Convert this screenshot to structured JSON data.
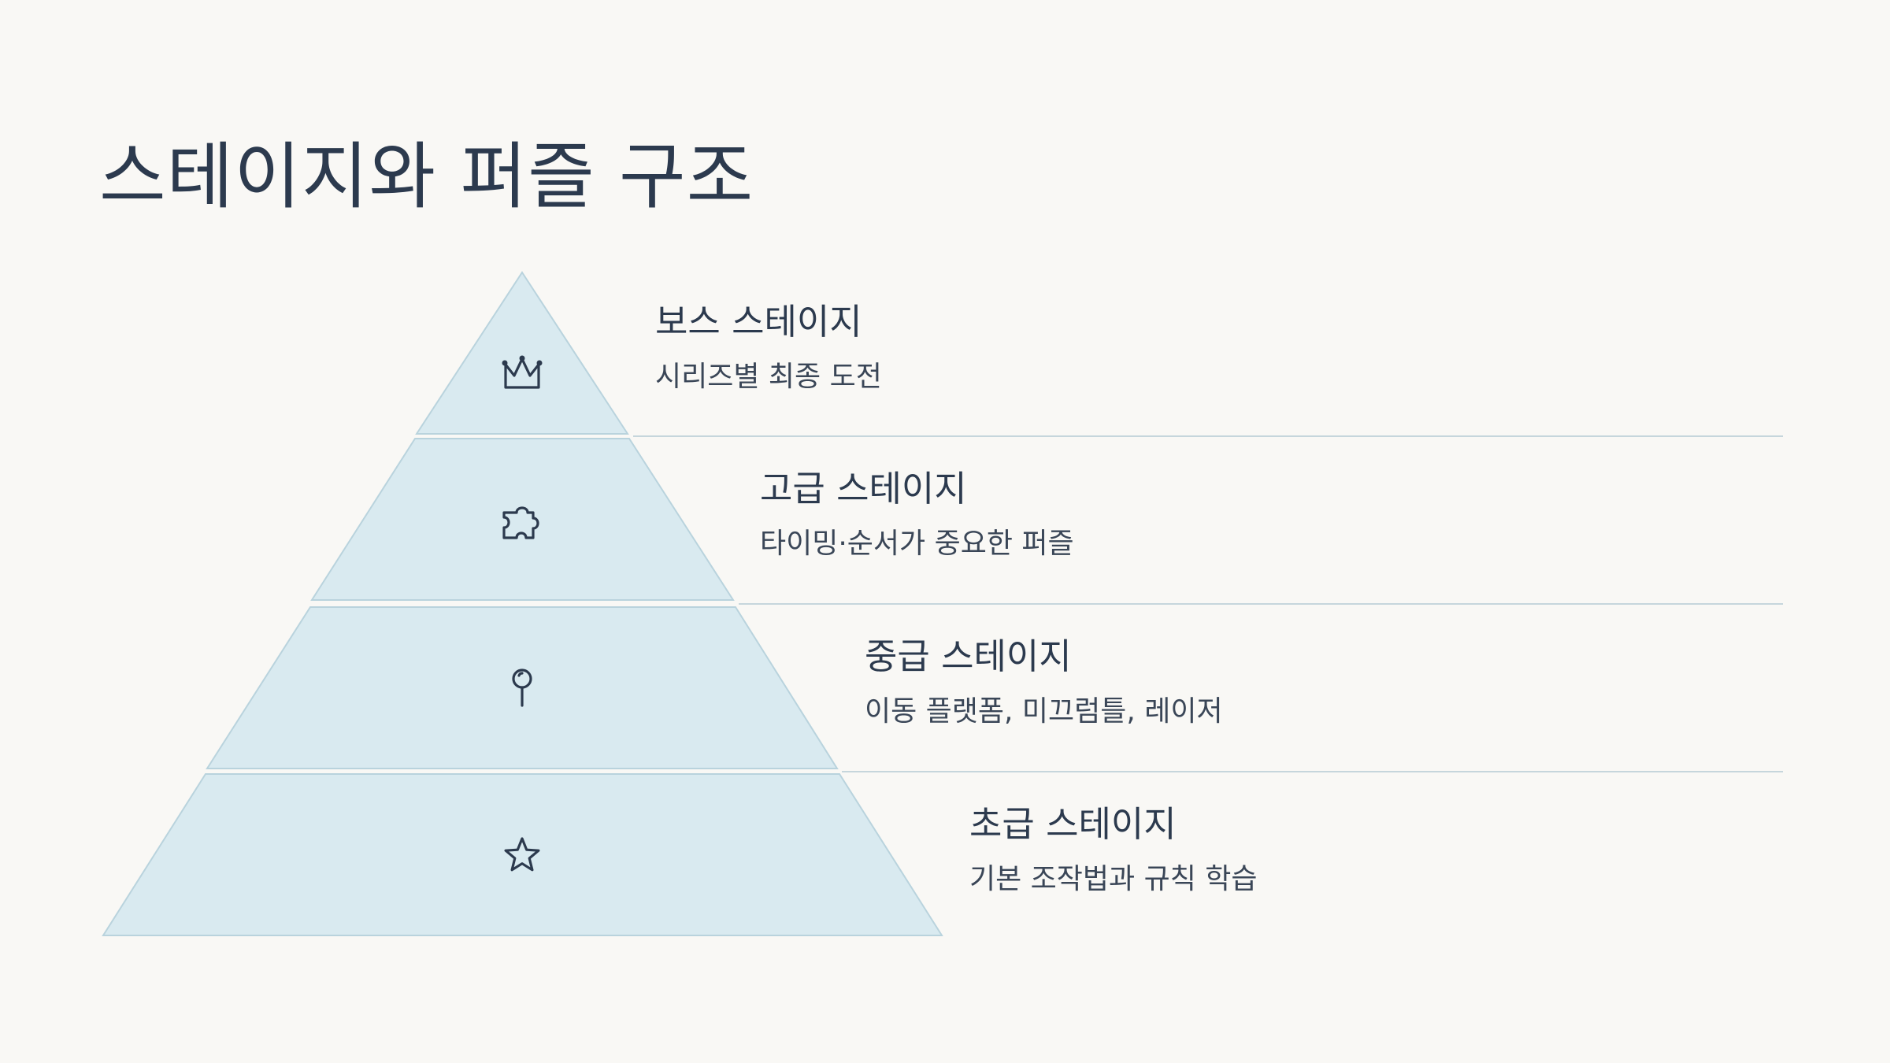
{
  "title": "스테이지와 퍼즐 구조",
  "tiers": [
    {
      "title": "보스 스테이지",
      "desc": "시리즈별 최종 도전",
      "icon": "crown-icon"
    },
    {
      "title": "고급 스테이지",
      "desc": "타이밍·순서가 중요한 퍼즐",
      "icon": "puzzle-piece-icon"
    },
    {
      "title": "중급 스테이지",
      "desc": "이동 플랫폼, 미끄럼틀, 레이저",
      "icon": "pin-icon"
    },
    {
      "title": "초급 스테이지",
      "desc": "기본 조작법과 규칙 학습",
      "icon": "star-icon"
    }
  ],
  "colors": {
    "background": "#f9f8f5",
    "segment_fill": "#d9eaf0",
    "segment_stroke": "#b9d3dd",
    "text": "#2c3a4e"
  }
}
